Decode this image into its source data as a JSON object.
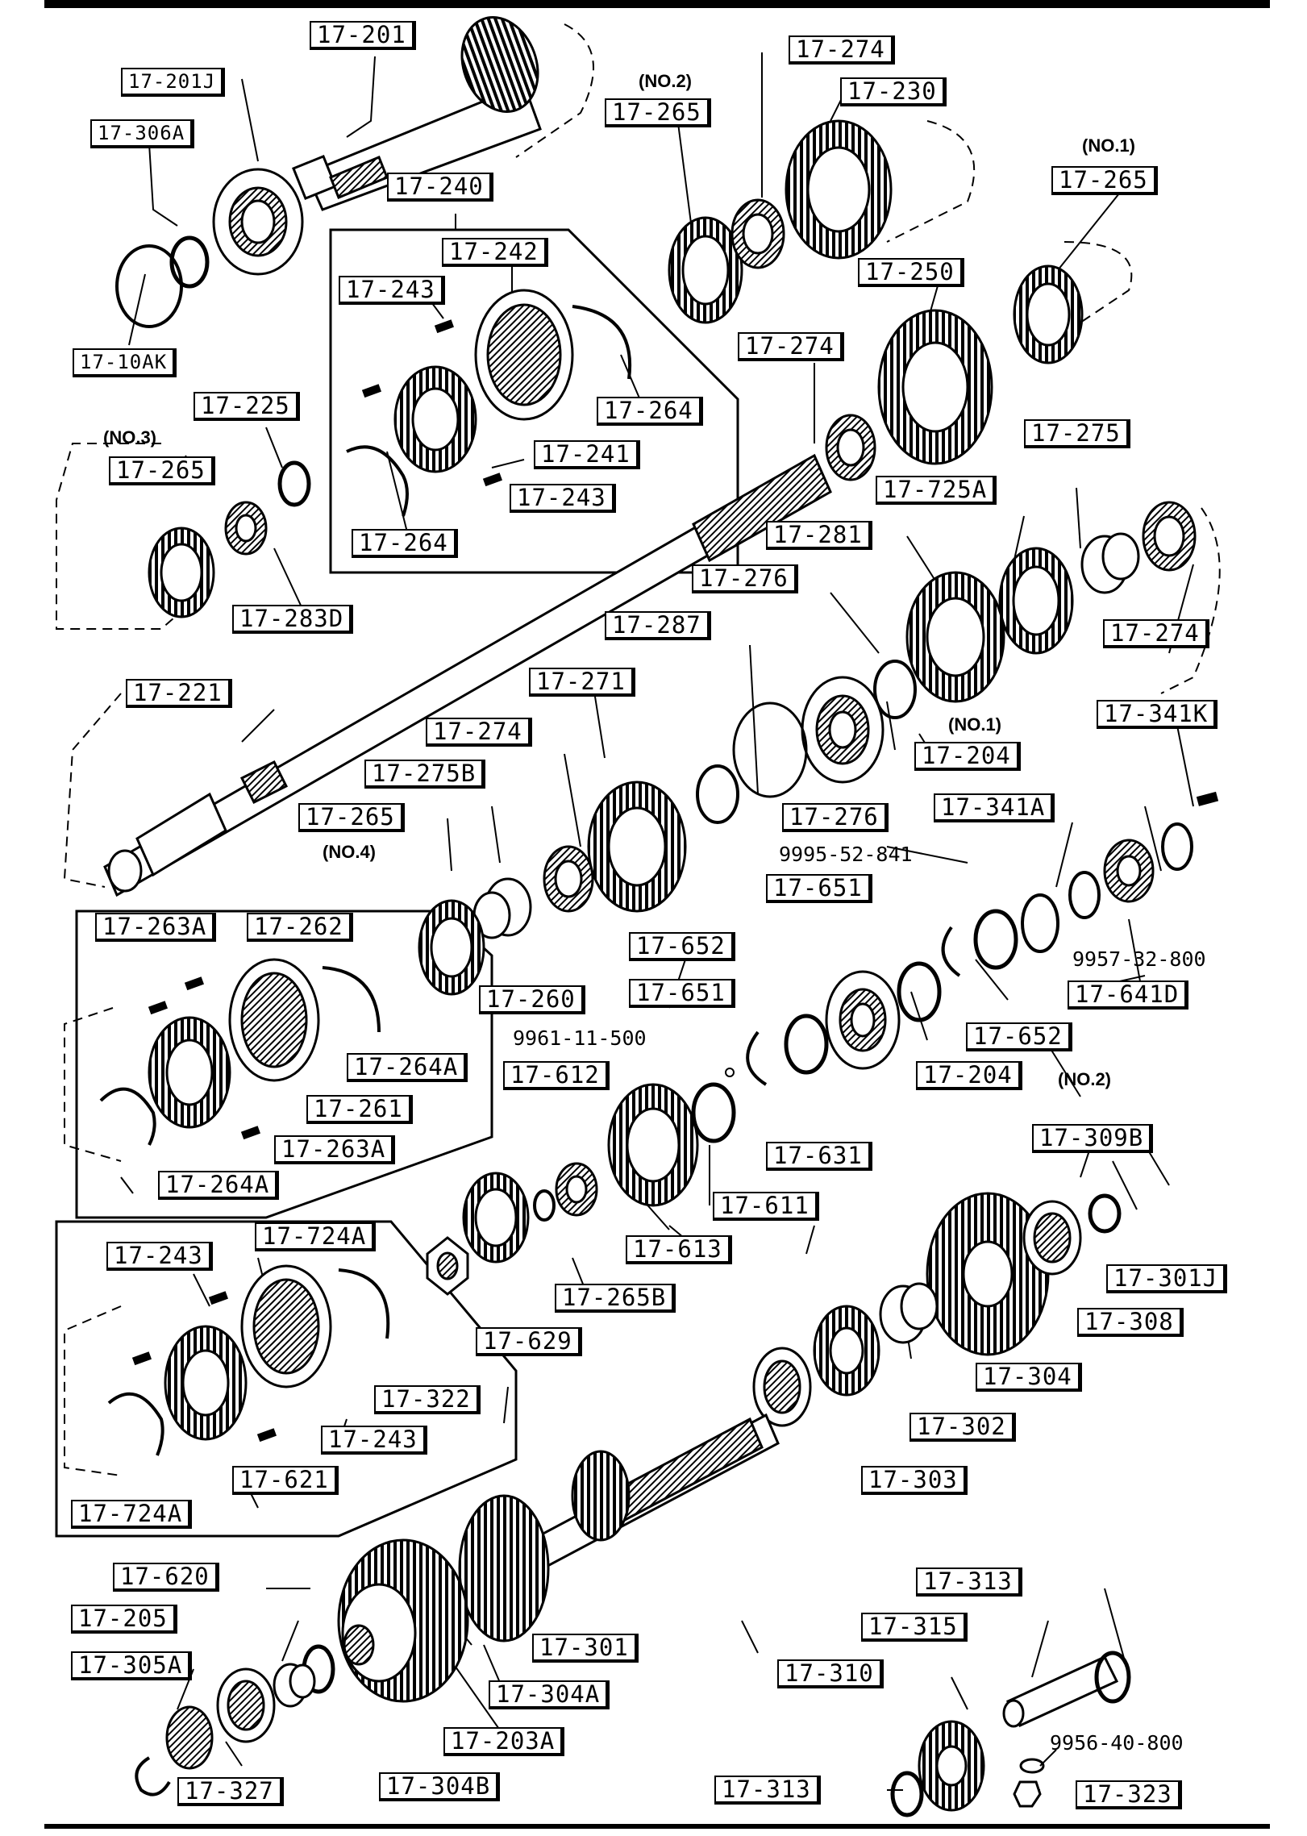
{
  "callouts": {
    "c17_201": "17-201",
    "c17_201J": "17-201J",
    "c17_306A": "17-306A",
    "c17_10AK": "17-10AK",
    "c17_240": "17-240",
    "c17_242": "17-242",
    "c17_243_a": "17-243",
    "c17_264_a": "17-264",
    "c17_241": "17-241",
    "c17_243_b": "17-243",
    "c17_264_b": "17-264",
    "c17_225": "17-225",
    "c17_265_no3": "17-265",
    "c17_283D": "17-283D",
    "c17_274_a": "17-274",
    "c17_230": "17-230",
    "c17_265_no2": "17-265",
    "c17_250": "17-250",
    "c17_265_no1": "17-265",
    "c17_274_b": "17-274",
    "c17_275": "17-275",
    "c17_725A": "17-725A",
    "c17_281": "17-281",
    "c17_276_a": "17-276",
    "c17_274_c": "17-274",
    "c17_287": "17-287",
    "c17_271": "17-271",
    "c17_221": "17-221",
    "c17_274_d": "17-274",
    "c17_275B": "17-275B",
    "c17_265_no4": "17-265",
    "c17_204_no1": "17-204",
    "c17_276_b": "17-276",
    "c17_341K": "17-341K",
    "c17_341A": "17-341A",
    "c17_651_a": "17-651",
    "c17_652_a": "17-652",
    "c17_651_b": "17-651",
    "c17_641D": "17-641D",
    "c17_652_b": "17-652",
    "c17_204_no2": "17-204",
    "c17_263A_a": "17-263A",
    "c17_262": "17-262",
    "c17_260": "17-260",
    "c17_264A_a": "17-264A",
    "c17_261": "17-261",
    "c17_263A_b": "17-263A",
    "c17_264A_b": "17-264A",
    "c17_612": "17-612",
    "c17_631": "17-631",
    "c17_611": "17-611",
    "c17_613": "17-613",
    "c17_309B": "17-309B",
    "c17_301J": "17-301J",
    "c17_265B": "17-265B",
    "c17_629": "17-629",
    "c17_243_c": "17-243",
    "c17_724A_a": "17-724A",
    "c17_322": "17-322",
    "c17_243_d": "17-243",
    "c17_621": "17-621",
    "c17_724A_b": "17-724A",
    "c17_308": "17-308",
    "c17_304": "17-304",
    "c17_302": "17-302",
    "c17_303": "17-303",
    "c17_620": "17-620",
    "c17_301": "17-301",
    "c17_304A": "17-304A",
    "c17_203A": "17-203A",
    "c17_304B": "17-304B",
    "c17_205": "17-205",
    "c17_305A": "17-305A",
    "c17_327": "17-327",
    "c17_313_a": "17-313",
    "c17_315": "17-315",
    "c17_310": "17-310",
    "c17_313_b": "17-313",
    "c17_323": "17-323"
  },
  "notes": {
    "no2_top": "(NO.2)",
    "no1_top": "(NO.1)",
    "no3": "(NO.3)",
    "no1_204": "(NO.1)",
    "no4": "(NO.4)",
    "no2_204": "(NO.2)"
  },
  "plain_numbers": {
    "p9995_52_841": "9995-52-841",
    "p9957_32_800": "9957-32-800",
    "p9961_11_500": "9961-11-500",
    "p9956_40_800": "9956-40-800"
  }
}
